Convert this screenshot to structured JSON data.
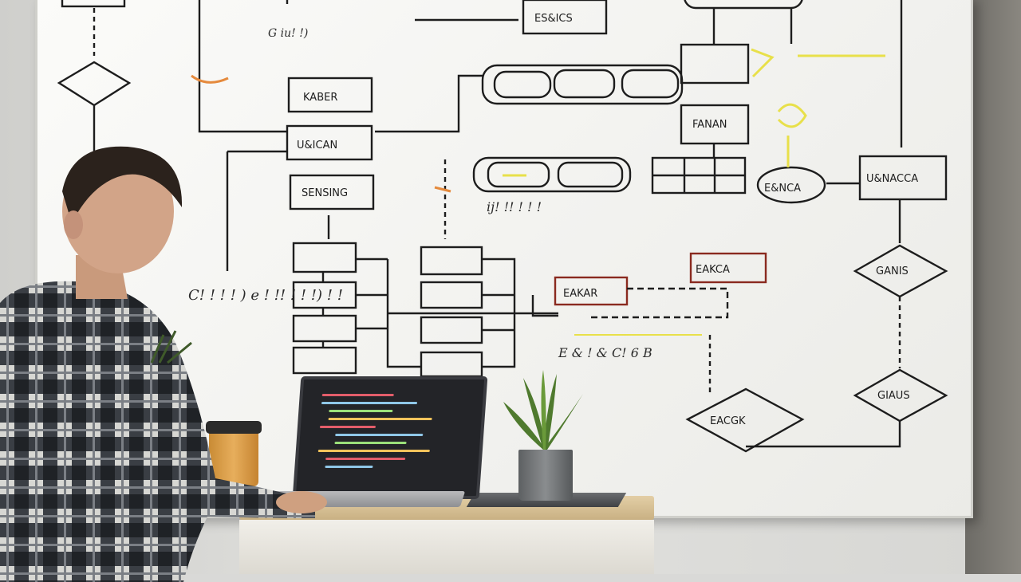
{
  "scene": {
    "description_free": true,
    "diagram_box_labels": [
      "KABER",
      "U&ICAN",
      "SENSING",
      "ES&ICS",
      "FANAN",
      "U&NACCA",
      "GANIS",
      "GIAUS",
      "EACGK",
      "E&NCA",
      "EAKCA",
      "EAKAR"
    ],
    "diagram_annotations": [
      "G iu! !)",
      "C! ! ! ! ) e ! !! ! ! !) ! !",
      "ij! !! ! ! !",
      "E & ! & C! 6 B"
    ],
    "colors": {
      "board": "#f6f6f3",
      "ink": "#1d1d1d",
      "accent_yellow": "#e8e04a",
      "accent_red": "#c4432f",
      "accent_orange": "#e58a3d",
      "accent_purple": "#6a4aa0",
      "accent_blue": "#3a55c6",
      "shirt": "#3c4046",
      "desk": "#d8c194",
      "cup": "#d99b45"
    }
  }
}
